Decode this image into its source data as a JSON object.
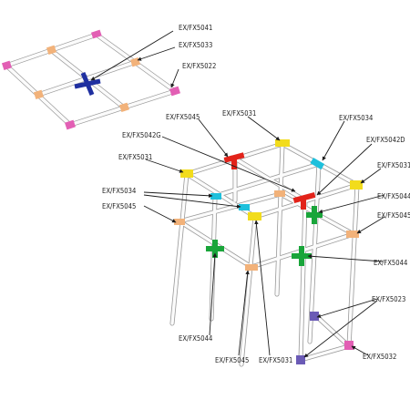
{
  "colors": {
    "cross": "#1f2fa0",
    "tee_red": "#e2231a",
    "green": "#19a53a",
    "yellow": "#f2dc1c",
    "cyan": "#1ec0dc",
    "orange": "#f2b27a",
    "pink": "#e25fb4",
    "purple": "#6b5bb6",
    "tube_fill": "#fbfbfb",
    "tube_stroke": "#8a8a8a"
  },
  "callouts": {
    "top_cross": "EX/FX5041",
    "top_tee": "EX/FX5033",
    "top_elbow": "EX/FX5022",
    "frame_fx5045_top": "EX/FX5045",
    "frame_fx5031_top": "EX/FX5031",
    "frame_fx5034_right": "EX/FX5034",
    "frame_fx5042g": "EX/FX5042G",
    "frame_fx5042d": "EX/FX5042D",
    "frame_fx5031_left": "EX/FX5031",
    "frame_fx5031_right": "EX/FX5031",
    "frame_fx5034_left": "EX/FX5034",
    "frame_fx5044_right_upper": "EX/FX5044",
    "frame_fx5045_left": "EX/FX5045",
    "frame_fx5045_right": "EX/FX5045",
    "frame_fx5044_right_lower": "EX/FX5044",
    "frame_fx5023": "EX/FX5023",
    "frame_fx5044_bottom": "EX/FX5044",
    "frame_fx5032": "EX/FX5032",
    "frame_fx5045_bottom": "EX/FX5045",
    "frame_fx5031_bottom": "EX/FX5031"
  }
}
